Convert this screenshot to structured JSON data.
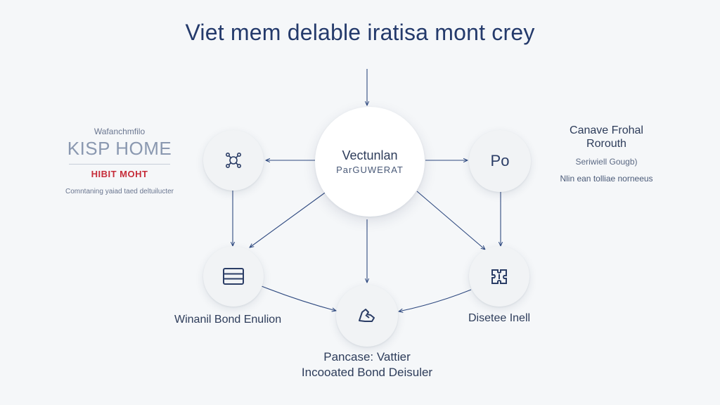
{
  "title": "Viet mem delable iratisa mont crey",
  "hub": {
    "title": "Vectunlan",
    "subtitle": "ParGUWERAT"
  },
  "left_block": {
    "small": "Wafanchmfilo",
    "logo": "KISP HOME",
    "red": "HIBIT MOHT",
    "caption": "Comntaning yaiad taed deltuilucter"
  },
  "right_node": {
    "icon_text": "Po"
  },
  "right_block": {
    "title_line1": "Canave Frohal",
    "title_line2": "Rorouth",
    "paren": "Seriwiell Gougb)",
    "caption": "Nlin ean tolliae norneeus"
  },
  "labels": {
    "bottom_left": "Winanil Bond Enulion",
    "bottom_right": "Disetee Inell",
    "bottom_center_line1": "Pancase: Vattier",
    "bottom_center_line2": "Incooated Bond Deisuler"
  },
  "colors": {
    "line": "#2f4a80",
    "title": "#243a6b",
    "accent_red": "#c62d3a"
  }
}
